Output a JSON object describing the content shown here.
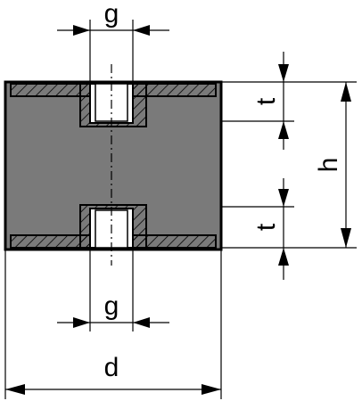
{
  "diagram": {
    "labels": {
      "thread_top": "g",
      "thread_bottom": "g",
      "insert_top": "t",
      "insert_bottom": "t",
      "height": "h",
      "diameter": "d"
    },
    "colors": {
      "rubber": "#7a7a7a",
      "metal": "#ffffff",
      "line": "#000000"
    }
  }
}
